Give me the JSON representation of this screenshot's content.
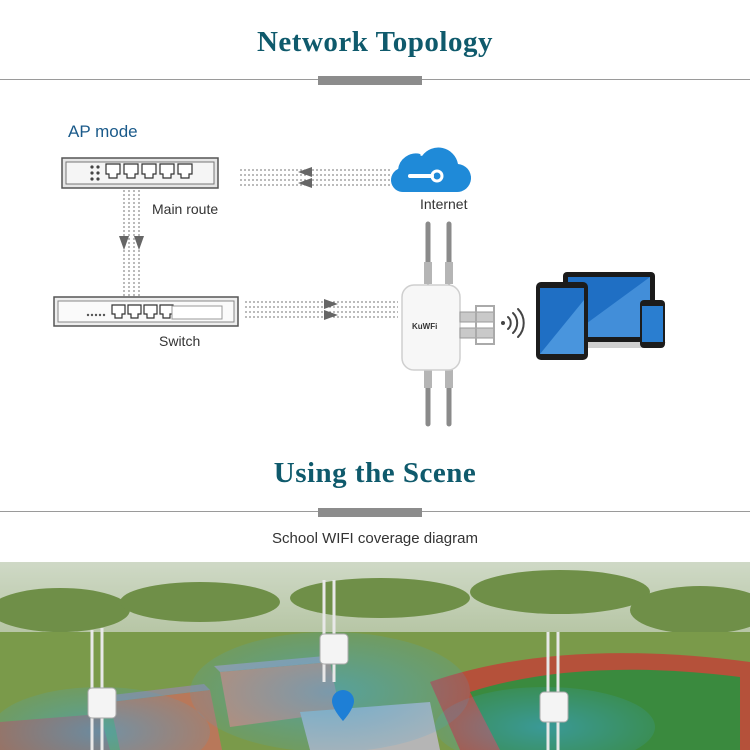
{
  "topology": {
    "title": "Network Topology",
    "ap_mode_label": "AP mode",
    "router_label": "Main route",
    "switch_label": "Switch",
    "internet_label": "Internet",
    "ap_brand": "KuWFi"
  },
  "scene": {
    "title": "Using the Scene",
    "caption": "School WIFI coverage diagram"
  },
  "colors": {
    "heading": "#0f5a6c",
    "cloud": "#1f8ad8",
    "coverage": "#3aa6e0",
    "pin": "#1e7fd6"
  }
}
